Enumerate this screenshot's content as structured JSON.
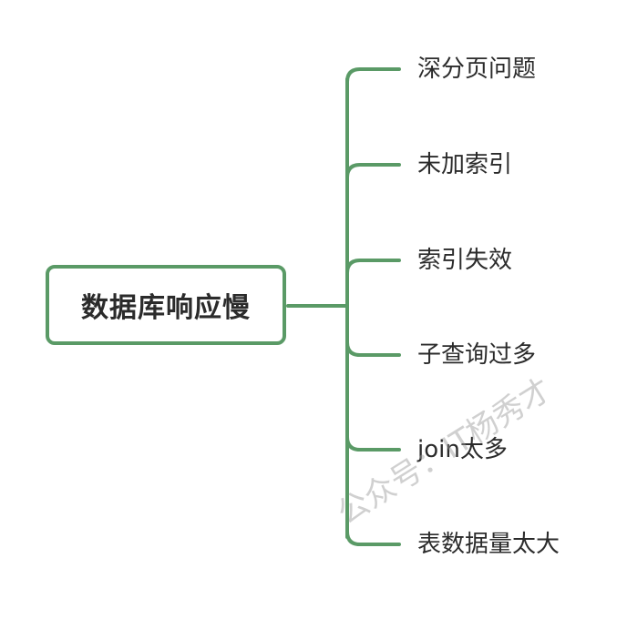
{
  "root": {
    "label": "数据库响应慢"
  },
  "branches": [
    {
      "label": "深分页问题"
    },
    {
      "label": "未加索引"
    },
    {
      "label": "索引失效"
    },
    {
      "label": "子查询过多"
    },
    {
      "label": "join太多"
    },
    {
      "label": "表数据量太大"
    }
  ],
  "watermark": {
    "text": "公众号：IT杨秀才"
  },
  "colors": {
    "connector": "#5a9a66",
    "text": "#2b2b2b",
    "watermark": "#969696"
  }
}
